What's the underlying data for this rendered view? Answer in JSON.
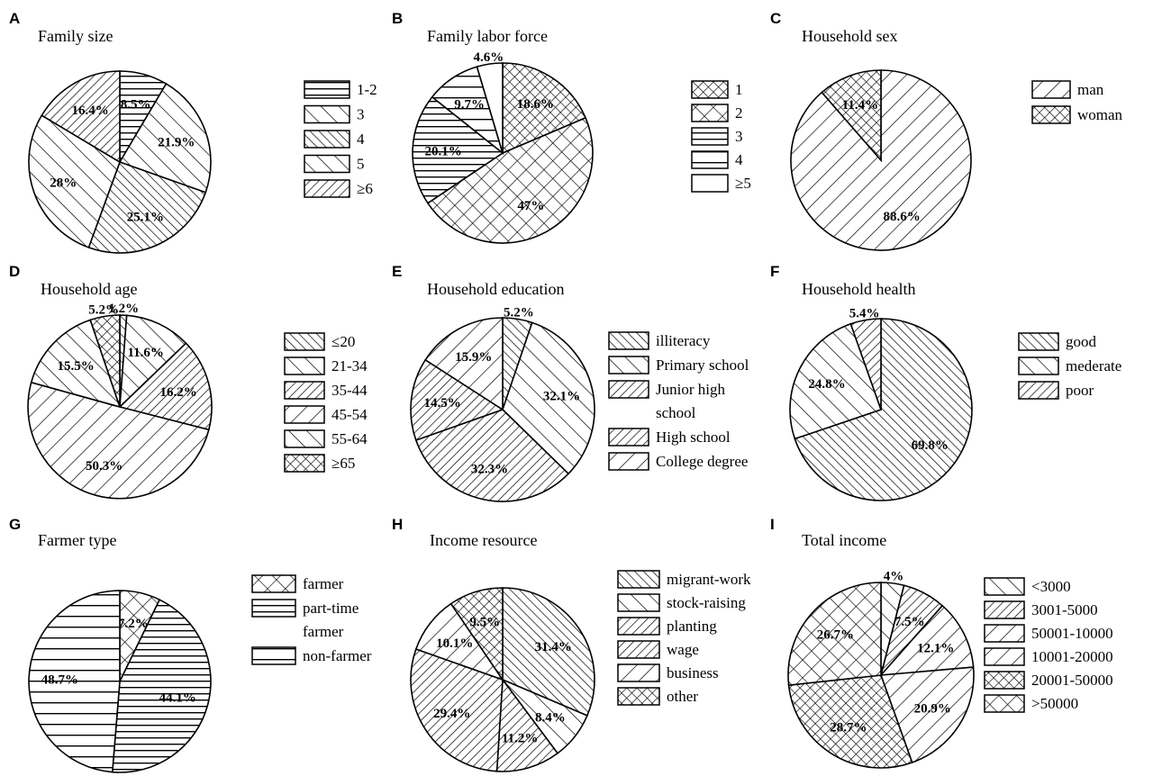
{
  "chart_data": [
    {
      "type": "pie",
      "panel": "A",
      "title": "Family size",
      "categories": [
        "1-2",
        "3",
        "4",
        "5",
        "≥6"
      ],
      "values": [
        8.5,
        21.9,
        25.1,
        28,
        16.4
      ],
      "labels": [
        "8.5%",
        "21.9%",
        "25.1%",
        "28%",
        "16.4%"
      ],
      "patterns": [
        "hline",
        "diag-sparse",
        "diag",
        "diag-sparse",
        "back"
      ],
      "legend_position": "right"
    },
    {
      "type": "pie",
      "panel": "B",
      "title": "Family labor force",
      "categories": [
        "1",
        "2",
        "3",
        "4",
        "≥5"
      ],
      "values": [
        18.6,
        47,
        20.1,
        9.7,
        4.6
      ],
      "labels": [
        "18.6%",
        "47%",
        "20.1%",
        "9.7%",
        "4.6%"
      ],
      "patterns": [
        "cross",
        "cross-sparse",
        "hline",
        "hline-sparse",
        "none"
      ],
      "legend_position": "right"
    },
    {
      "type": "pie",
      "panel": "C",
      "title": "Household sex",
      "categories": [
        "man",
        "woman"
      ],
      "values": [
        88.6,
        11.4
      ],
      "labels": [
        "88.6%",
        "11.4%"
      ],
      "patterns": [
        "back-sparse",
        "cross"
      ],
      "legend_position": "right"
    },
    {
      "type": "pie",
      "panel": "D",
      "title": "Household age",
      "categories": [
        "≤20",
        "21-34",
        "35-44",
        "45-54",
        "55-64",
        "≥65"
      ],
      "values": [
        1.2,
        11.6,
        16.2,
        50.3,
        15.5,
        5.2
      ],
      "labels": [
        "1.2%",
        "11.6%",
        "16.2%",
        "50.3%",
        "15.5%",
        "5.2%"
      ],
      "patterns": [
        "diag",
        "diag-sparse",
        "back",
        "back-sparse",
        "diag-sparse",
        "cross"
      ],
      "legend_position": "right"
    },
    {
      "type": "pie",
      "panel": "E",
      "title": "Household education",
      "categories": [
        "illiteracy",
        "Primary school",
        "Junior high school",
        "High school",
        "College degree"
      ],
      "legend_lines": [
        [
          "illiteracy"
        ],
        [
          "Primary school"
        ],
        [
          "Junior high",
          "school"
        ],
        [
          "High school"
        ],
        [
          "College degree"
        ]
      ],
      "values": [
        5.2,
        32.1,
        32.3,
        14.5,
        15.9
      ],
      "labels": [
        "5.2%",
        "32.1%",
        "32.3%",
        "14.5%",
        "15.9%"
      ],
      "patterns": [
        "diag",
        "diag-sparse",
        "back",
        "back",
        "back-sparse"
      ],
      "legend_position": "right"
    },
    {
      "type": "pie",
      "panel": "F",
      "title": "Household health",
      "categories": [
        "good",
        "mederate",
        "poor"
      ],
      "values": [
        69.8,
        24.8,
        5.4
      ],
      "labels": [
        "69.8%",
        "24.8%",
        "5.4%"
      ],
      "patterns": [
        "diag",
        "diag-sparse",
        "back"
      ],
      "legend_position": "right"
    },
    {
      "type": "pie",
      "panel": "G",
      "title": "Farmer type",
      "categories": [
        "farmer",
        "part-time farmer",
        "non-farmer"
      ],
      "legend_lines": [
        [
          "farmer"
        ],
        [
          "part-time",
          "farmer"
        ],
        [
          "non-farmer"
        ]
      ],
      "values": [
        7.2,
        44.1,
        48.7
      ],
      "labels": [
        "7.2%",
        "44.1%",
        "48.7%"
      ],
      "patterns": [
        "cross-sparse",
        "hline",
        "hline-sparse"
      ],
      "legend_position": "right"
    },
    {
      "type": "pie",
      "panel": "H",
      "title": "Income resource",
      "categories": [
        "migrant-work",
        "stock-raising",
        "planting",
        "wage",
        "business",
        "other"
      ],
      "values": [
        31.4,
        8.4,
        11.2,
        29.4,
        10.1,
        9.5
      ],
      "labels": [
        "31.4%",
        "8.4%",
        "11.2%",
        "29.4%",
        "10.1%",
        "9.5%"
      ],
      "patterns": [
        "diag",
        "diag-sparse",
        "back",
        "back",
        "back-sparse",
        "cross"
      ],
      "legend_position": "right"
    },
    {
      "type": "pie",
      "panel": "I",
      "title": "Total income",
      "categories": [
        "<3000",
        "3001-5000",
        "50001-10000",
        "10001-20000",
        "20001-50000",
        ">50000"
      ],
      "values": [
        4,
        7.5,
        12.1,
        20.9,
        28.7,
        26.7
      ],
      "labels": [
        "4%",
        "7.5%",
        "12.1%",
        "20.9%",
        "28.7%",
        "26.7%"
      ],
      "patterns": [
        "diag-sparse",
        "back",
        "back-sparse",
        "back-sparse",
        "cross",
        "cross-sparse"
      ],
      "legend_position": "right"
    }
  ]
}
